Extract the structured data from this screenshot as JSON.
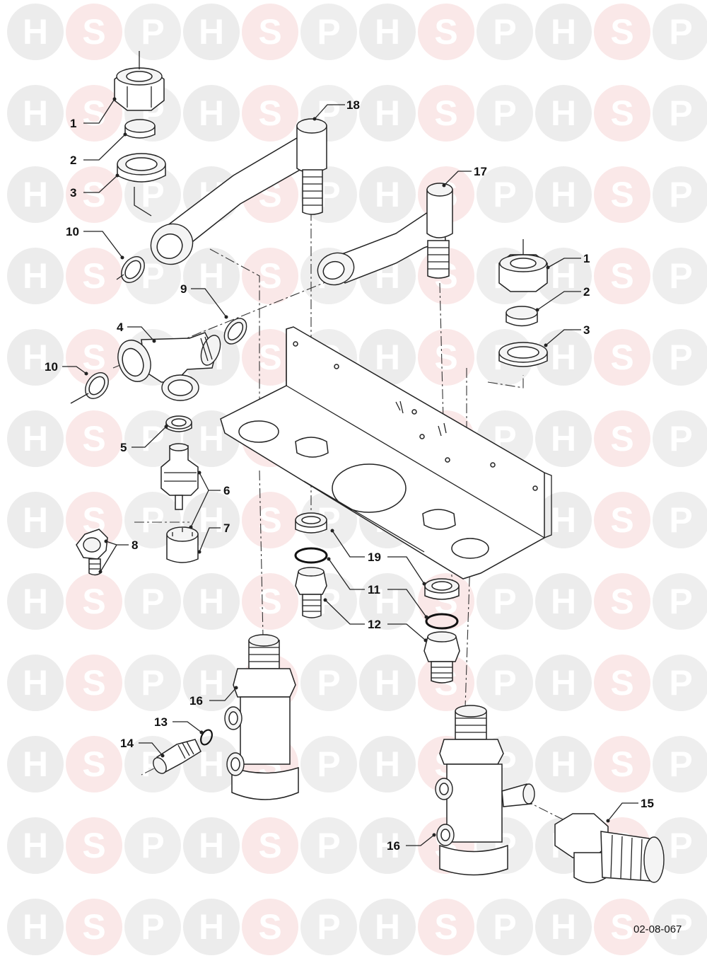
{
  "drawing_code": "02-08-067",
  "watermark": {
    "letters": [
      "H",
      "S",
      "P"
    ],
    "colors": {
      "H": "#c9c9c9",
      "S": "#f2c0c0",
      "P": "#d0d0d0"
    }
  },
  "callouts": [
    {
      "id": "c1a",
      "text": "1"
    },
    {
      "id": "c2a",
      "text": "2"
    },
    {
      "id": "c3a",
      "text": "3"
    },
    {
      "id": "c10a",
      "text": "10"
    },
    {
      "id": "c18",
      "text": "18"
    },
    {
      "id": "c17",
      "text": "17"
    },
    {
      "id": "c1b",
      "text": "1"
    },
    {
      "id": "c2b",
      "text": "2"
    },
    {
      "id": "c3b",
      "text": "3"
    },
    {
      "id": "c9",
      "text": "9"
    },
    {
      "id": "c4",
      "text": "4"
    },
    {
      "id": "c10b",
      "text": "10"
    },
    {
      "id": "c5",
      "text": "5"
    },
    {
      "id": "c6",
      "text": "6"
    },
    {
      "id": "c7",
      "text": "7"
    },
    {
      "id": "c8",
      "text": "8"
    },
    {
      "id": "c19",
      "text": "19"
    },
    {
      "id": "c11",
      "text": "11"
    },
    {
      "id": "c12",
      "text": "12"
    },
    {
      "id": "c16a",
      "text": "16"
    },
    {
      "id": "c13",
      "text": "13"
    },
    {
      "id": "c14",
      "text": "14"
    },
    {
      "id": "c15",
      "text": "15"
    },
    {
      "id": "c16b",
      "text": "16"
    }
  ]
}
